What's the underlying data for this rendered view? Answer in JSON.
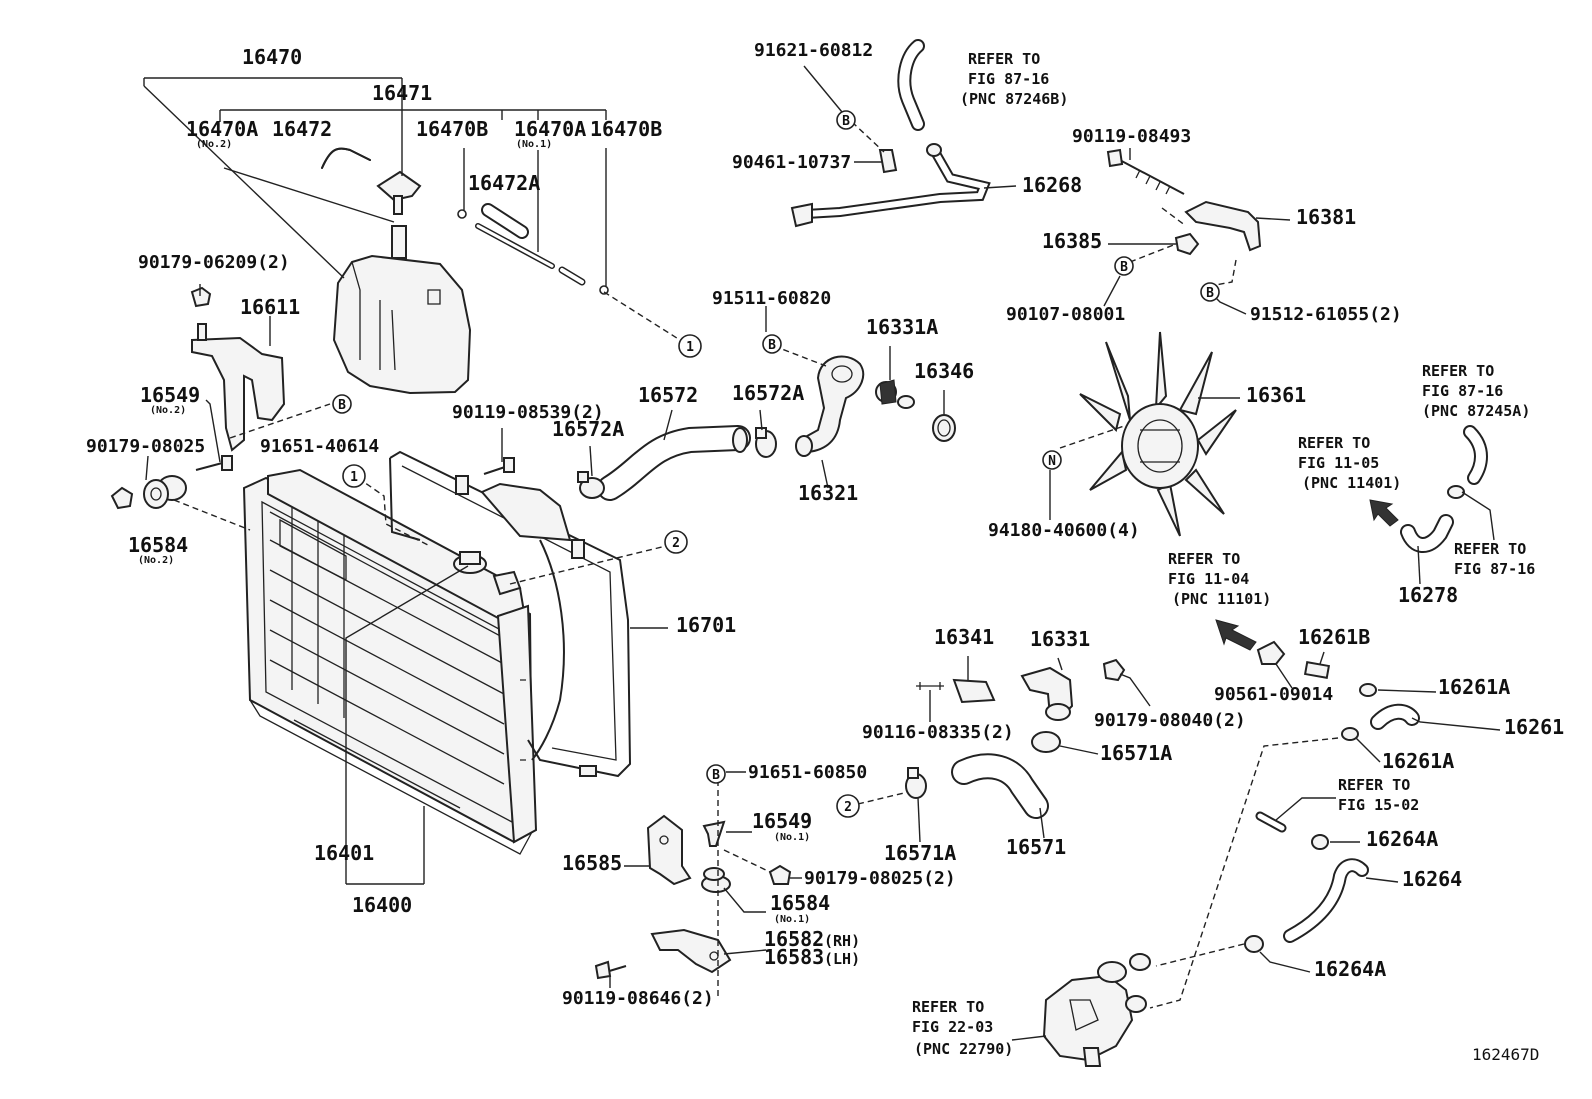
{
  "parts": {
    "p16470": "16470",
    "p16471": "16471",
    "p16470A_2": "16470A",
    "p16472": "16472",
    "p16470B_a": "16470B",
    "p16470A_1": "16470A",
    "p16470B_b": "16470B",
    "p16472A": "16472A",
    "no2a": "(No.2)",
    "no1a": "(No.1)",
    "p90179_06209": "90179-06209(2)",
    "p16611": "16611",
    "p16549_2": "16549",
    "no2b": "(No.2)",
    "p90179_08025a": "90179-08025",
    "p91651_40614": "91651-40614",
    "p16584_2": "16584",
    "no2c": "(No.2)",
    "p16401": "16401",
    "p16400": "16400",
    "p16701": "16701",
    "p90119_08539": "90119-08539(2)",
    "p16572": "16572",
    "p16572A_a": "16572A",
    "p16572A_b": "16572A",
    "p91511_60820": "91511-60820",
    "p16331A": "16331A",
    "p16346": "16346",
    "p16321": "16321",
    "p91621_60812": "91621-60812",
    "p90461_10737": "90461-10737",
    "p16268": "16268",
    "p90119_08493": "90119-08493",
    "p16381": "16381",
    "p16385": "16385",
    "p90107_08001": "90107-08001",
    "p91512_61055": "91512-61055(2)",
    "p16361": "16361",
    "p94180_40600": "94180-40600(4)",
    "p16278": "16278",
    "p16341": "16341",
    "p16331": "16331",
    "p90116_08335": "90116-08335(2)",
    "p90179_08040": "90179-08040(2)",
    "p16571A_a": "16571A",
    "p16571A_b": "16571A",
    "p16571": "16571",
    "p16261B": "16261B",
    "p90561_09014": "90561-09014",
    "p16261A_a": "16261A",
    "p16261": "16261",
    "p16261A_b": "16261A",
    "p16264A_a": "16264A",
    "p16264": "16264",
    "p16264A_b": "16264A",
    "p91651_60850": "91651-60850",
    "p16549_1": "16549",
    "no1b": "(No.1)",
    "p16585": "16585",
    "p90179_08025b": "90179-08025(2)",
    "p16584_1": "16584",
    "no1c": "(No.1)",
    "p16582": "16582",
    "rh": "(RH)",
    "p16583": "16583",
    "lh": "(LH)",
    "p90119_08646": "90119-08646(2)"
  },
  "refs": {
    "r1": [
      "REFER TO",
      "FIG 87-16",
      "(PNC 87246B)"
    ],
    "r2": [
      "REFER TO",
      "FIG 87-16",
      "(PNC 87245A)"
    ],
    "r3": [
      "REFER TO",
      "FIG 11-05",
      "(PNC 11401)"
    ],
    "r4": [
      "REFER TO",
      "FIG 87-16"
    ],
    "r5": [
      "REFER TO",
      "FIG 11-04",
      "(PNC 11101)"
    ],
    "r6": [
      "REFER TO",
      "FIG 15-02"
    ],
    "r7": [
      "REFER TO",
      "FIG 22-03",
      "(PNC 22790)"
    ]
  },
  "markers": {
    "circle1": "1",
    "circle2": "2",
    "B": "B",
    "N": "N"
  },
  "figure_id": "162467D"
}
